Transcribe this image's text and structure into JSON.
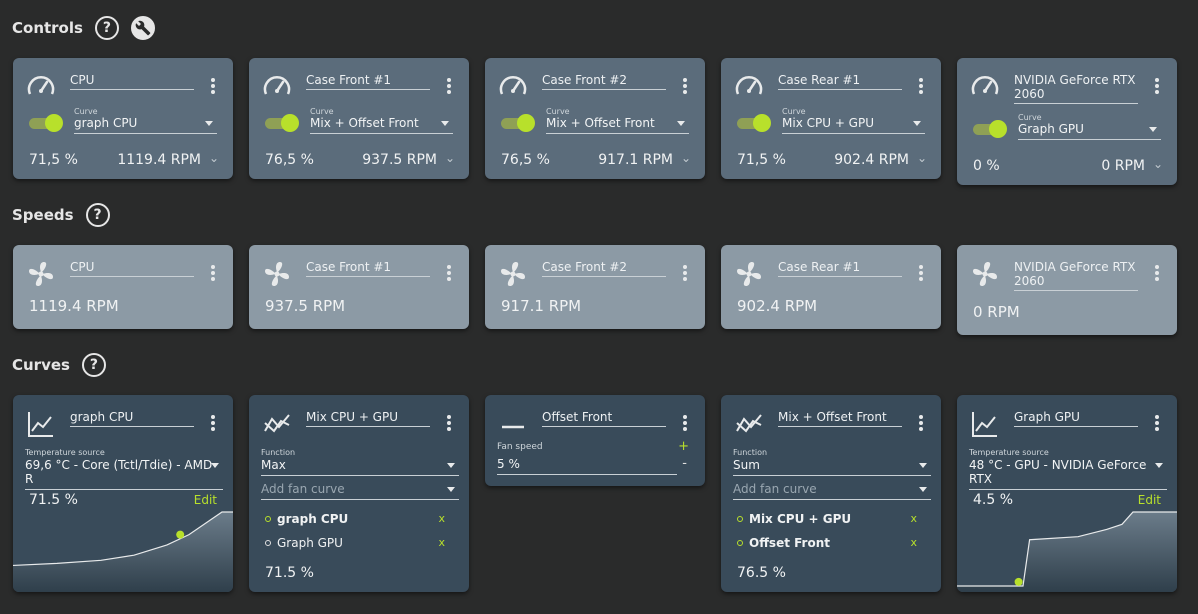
{
  "sections": {
    "controls": "Controls",
    "speeds": "Speeds",
    "curves": "Curves"
  },
  "icons": {
    "help": "?",
    "gauge": "gauge-icon",
    "fan": "fan-icon",
    "wrench": "wrench-icon"
  },
  "colors": {
    "accent": "#b8e02b"
  },
  "controls": [
    {
      "name": "CPU",
      "curve_label": "Curve",
      "curve": "graph CPU",
      "percent": "71,5 %",
      "rpm": "1119.4 RPM"
    },
    {
      "name": "Case Front #1",
      "curve_label": "Curve",
      "curve": "Mix + Offset Front",
      "percent": "76,5 %",
      "rpm": "937.5 RPM"
    },
    {
      "name": "Case Front #2",
      "curve_label": "Curve",
      "curve": "Mix + Offset Front",
      "percent": "76,5 %",
      "rpm": "917.1 RPM"
    },
    {
      "name": "Case Rear #1",
      "curve_label": "Curve",
      "curve": "Mix CPU + GPU",
      "percent": "71,5 %",
      "rpm": "902.4 RPM"
    },
    {
      "name_line1": "NVIDIA GeForce RTX",
      "name_line2": "2060",
      "curve_label": "Curve",
      "curve": "Graph GPU",
      "percent": "0 %",
      "rpm": "0 RPM"
    }
  ],
  "speeds": [
    {
      "name": "CPU",
      "rpm": "1119.4 RPM"
    },
    {
      "name": "Case Front #1",
      "rpm": "937.5 RPM"
    },
    {
      "name": "Case Front #2",
      "rpm": "917.1 RPM"
    },
    {
      "name": "Case Rear #1",
      "rpm": "902.4 RPM"
    },
    {
      "name_line1": "NVIDIA GeForce RTX",
      "name_line2": "2060",
      "rpm": "0 RPM"
    }
  ],
  "curves": {
    "graph_cpu": {
      "name": "graph CPU",
      "temp_label": "Temperature source",
      "temp_source": "69,6 °C - Core (Tctl/Tdie) - AMD R",
      "value": "71.5 %",
      "edit": "Edit",
      "points": [
        [
          0,
          20
        ],
        [
          20,
          22
        ],
        [
          40,
          25
        ],
        [
          55,
          30
        ],
        [
          70,
          40
        ],
        [
          80,
          50
        ],
        [
          95,
          72
        ],
        [
          100,
          72
        ]
      ],
      "current": [
        76,
        50
      ]
    },
    "mix_cpu_gpu": {
      "name": "Mix CPU + GPU",
      "function_label": "Function",
      "function": "Max",
      "add_placeholder": "Add fan curve",
      "items": [
        {
          "label": "graph CPU",
          "x": "x"
        },
        {
          "label": "Graph GPU",
          "x": "x"
        }
      ],
      "value": "71.5 %"
    },
    "offset_front": {
      "name": "Offset Front",
      "speed_label": "Fan speed",
      "speed": "5 %",
      "plus": "+",
      "minus": "-"
    },
    "mix_offset_front": {
      "name": "Mix + Offset Front",
      "function_label": "Function",
      "function": "Sum",
      "add_placeholder": "Add fan curve",
      "items": [
        {
          "label": "Mix CPU + GPU",
          "x": "x"
        },
        {
          "label": "Offset Front",
          "x": "x"
        }
      ],
      "value": "76.5 %"
    },
    "graph_gpu": {
      "name": "Graph GPU",
      "temp_label": "Temperature source",
      "temp_source": "48 °C - GPU - NVIDIA GeForce RTX",
      "value": "4.5 %",
      "edit": "Edit",
      "points": [
        [
          0,
          0
        ],
        [
          30,
          0
        ],
        [
          33,
          45
        ],
        [
          55,
          48
        ],
        [
          68,
          55
        ],
        [
          75,
          60
        ],
        [
          80,
          72
        ],
        [
          100,
          72
        ]
      ],
      "current": [
        28,
        4
      ]
    }
  }
}
